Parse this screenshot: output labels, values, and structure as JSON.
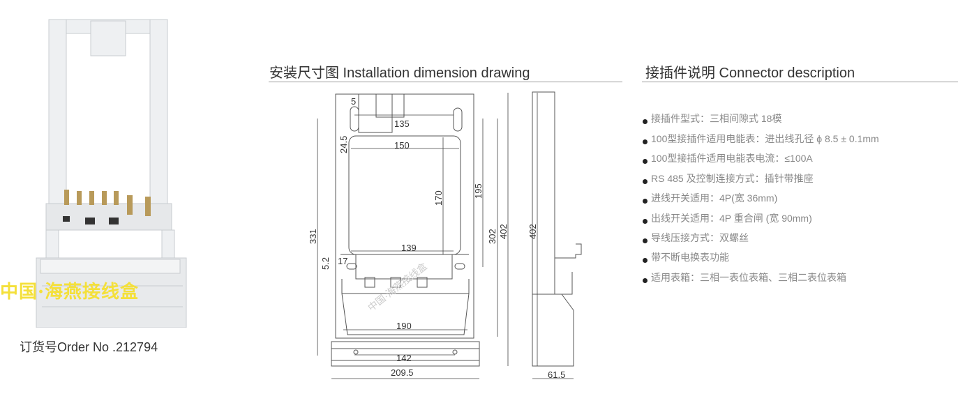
{
  "product": {
    "order_label": "订货号Order No .212794",
    "watermark": "中国·海燕接线盒"
  },
  "drawing": {
    "heading": "安装尺寸图 Installation dimension drawing",
    "dims": {
      "d5": "5",
      "d135": "135",
      "d24_5": "24.5",
      "d150": "150",
      "d170": "170",
      "d195": "195",
      "d302": "302",
      "d402": "402",
      "d331": "331",
      "d139": "139",
      "d5_2": "5.2",
      "d17": "17",
      "d190": "190",
      "d142": "142",
      "d209_5": "209.5",
      "side402": "402",
      "d61_5": "61.5"
    },
    "watermark": "中国·海燕接线盒"
  },
  "connector": {
    "heading": "接插件说明 Connector description",
    "items": [
      "接插件型式：三相间隙式  18模",
      "100型接插件适用电能表：进出线孔径 ϕ 8.5 ± 0.1mm",
      "100型接插件适用电能表电流：≤100A",
      "RS 485 及控制连接方式：插针带推座",
      "进线开关适用：4P(宽 36mm)",
      "出线开关适用：4P 重合闸 (宽 90mm)",
      "导线压接方式：双螺丝",
      "带不断电换表功能",
      "适用表箱：三相一表位表箱、三相二表位表箱"
    ]
  }
}
